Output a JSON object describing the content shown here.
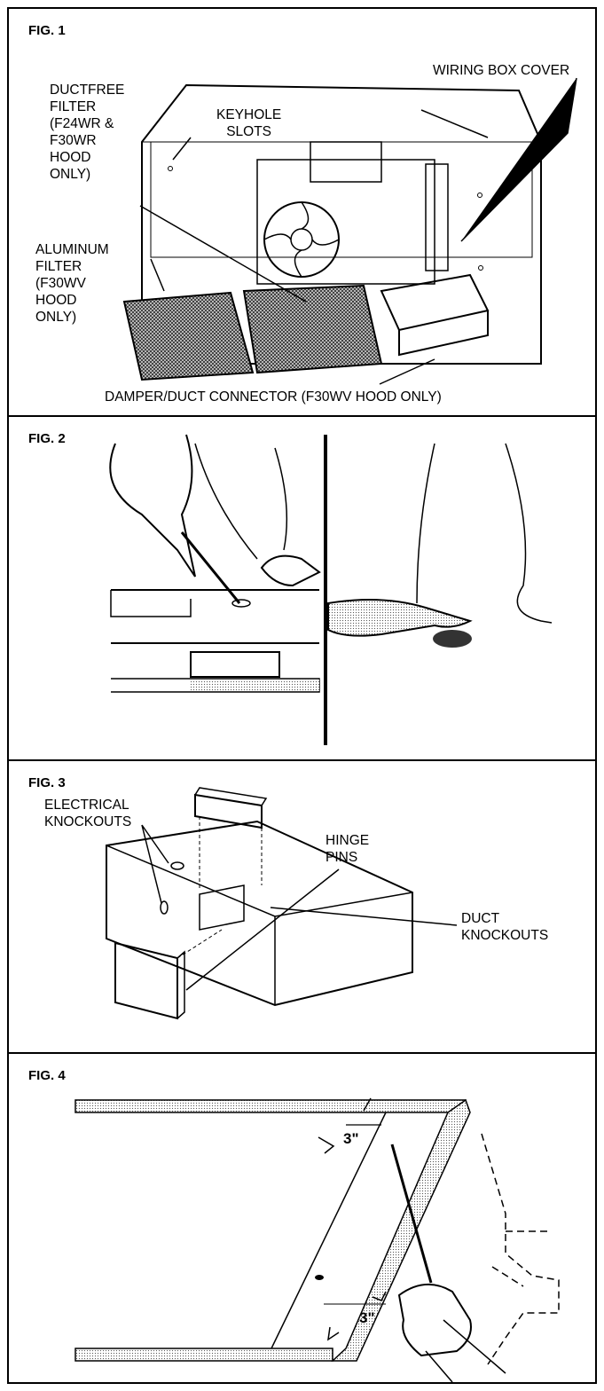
{
  "fig1": {
    "title": "FIG. 1",
    "wiring_box_cover": "WIRING BOX COVER",
    "ductfree_filter": "DUCTFREE\nFILTER\n(F24WR &\nF30WR\nHOOD\nONLY)",
    "keyhole_slots": "KEYHOLE\nSLOTS",
    "aluminum_filter": "ALUMINUM\nFILTER\n(F30WV\nHOOD\nONLY)",
    "damper": "DAMPER/DUCT CONNECTOR (F30WV HOOD ONLY)"
  },
  "fig2": {
    "title": "FIG. 2"
  },
  "fig3": {
    "title": "FIG. 3",
    "electrical_knockouts": "ELECTRICAL\nKNOCKOUTS",
    "hinge_pins": "HINGE\nPINS",
    "duct_knockouts": "DUCT\nKNOCKOUTS"
  },
  "fig4": {
    "title": "FIG. 4",
    "dim_top": "3\"",
    "dim_bottom": "3\""
  }
}
